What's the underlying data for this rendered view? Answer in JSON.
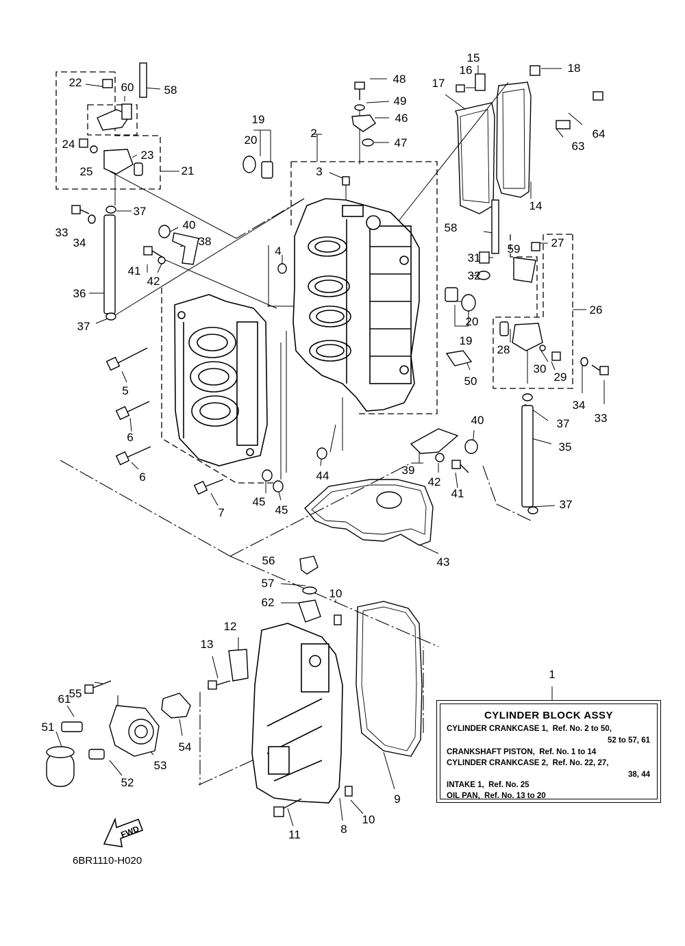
{
  "diagram": {
    "code": "6BR1110-H020",
    "fwd_label": "FWD",
    "callouts": [
      "1",
      "2",
      "3",
      "4",
      "5",
      "6",
      "6",
      "7",
      "8",
      "9",
      "10",
      "10",
      "11",
      "12",
      "13",
      "14",
      "15",
      "16",
      "17",
      "18",
      "19",
      "19",
      "20",
      "20",
      "21",
      "22",
      "23",
      "24",
      "25",
      "26",
      "27",
      "28",
      "29",
      "30",
      "31",
      "32",
      "33",
      "33",
      "34",
      "34",
      "35",
      "36",
      "37",
      "37",
      "37",
      "37",
      "38",
      "39",
      "40",
      "40",
      "41",
      "41",
      "42",
      "42",
      "43",
      "44",
      "45",
      "45",
      "46",
      "47",
      "48",
      "49",
      "50",
      "51",
      "52",
      "53",
      "54",
      "55",
      "56",
      "57",
      "58",
      "58",
      "59",
      "60",
      "61",
      "62",
      "63",
      "64"
    ]
  },
  "legend": {
    "title": "CYLINDER BLOCK ASSY",
    "lines": [
      "CYLINDER CRANKCASE 1,  Ref. No. 2 to 50,",
      "52 to 57, 61",
      "CRANKSHAFT PISTON,  Ref. No. 1 to 14",
      "CYLINDER CRANKCASE 2,  Ref. No. 22, 27,",
      "38, 44",
      "INTAKE 1,  Ref. No. 25",
      "OIL PAN,  Ref. No. 13 to 20"
    ]
  }
}
